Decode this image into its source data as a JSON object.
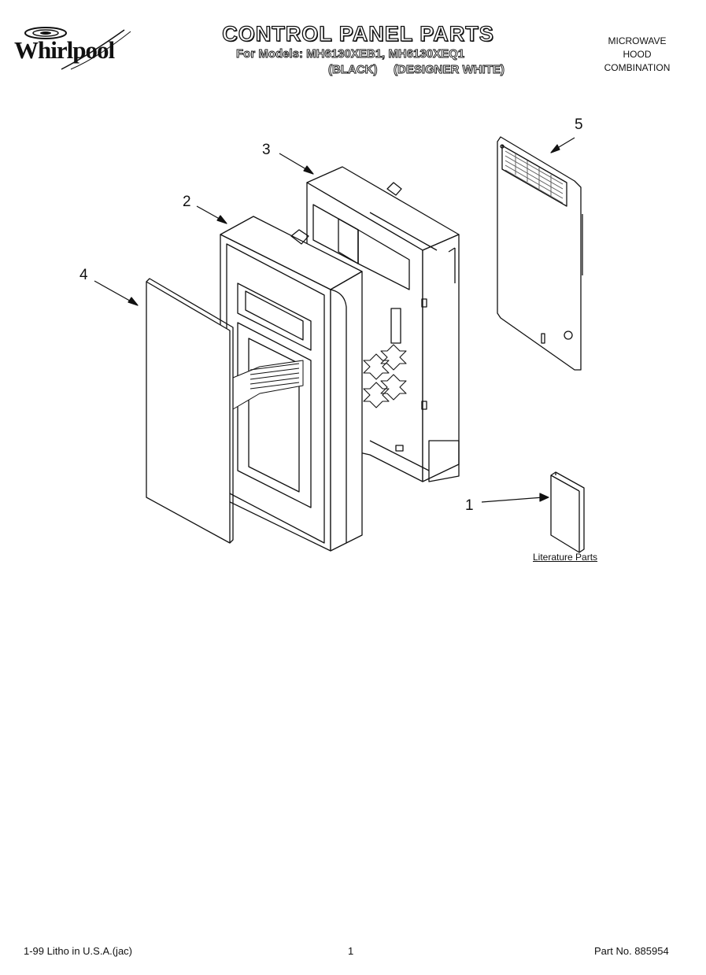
{
  "header": {
    "brand": "Whirlpool",
    "title": "CONTROL PANEL PARTS",
    "models_line": "For Models: MH6130XEB1, MH6130XEQ1",
    "variants": [
      "(BLACK)",
      "(DESIGNER WHITE)"
    ],
    "product_type": [
      "MICROWAVE",
      "HOOD",
      "COMBINATION"
    ]
  },
  "callouts": [
    "1",
    "2",
    "3",
    "4",
    "5"
  ],
  "literature_label": "Literature Parts",
  "footer": {
    "left": "1-99 Litho in U.S.A.(jac)",
    "page": "1",
    "part_no": "Part No. 885954"
  },
  "colors": {
    "line": "#111111",
    "paper": "#ffffff",
    "hatch": "#555555"
  }
}
